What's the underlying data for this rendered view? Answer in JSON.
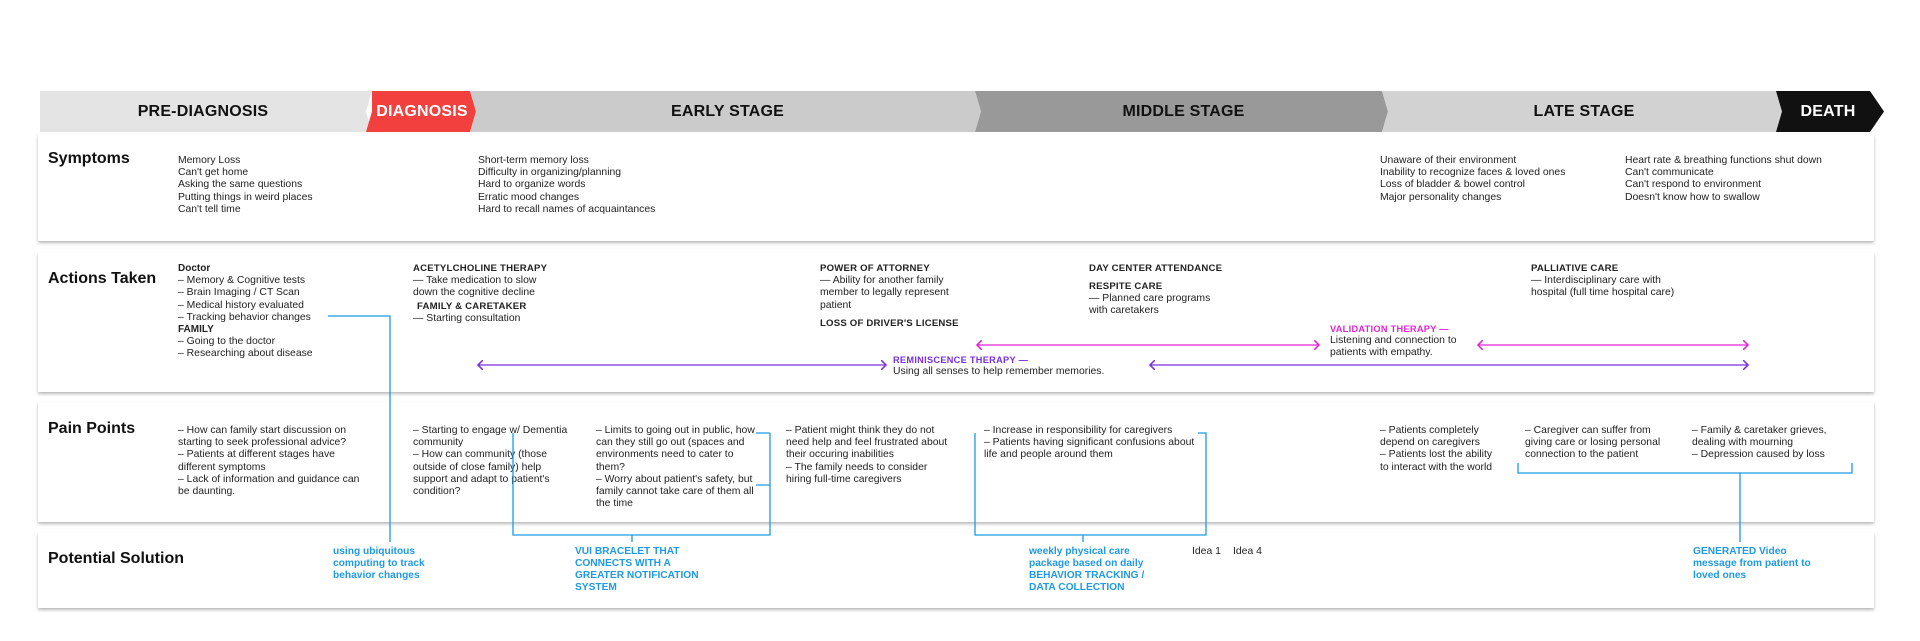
{
  "stages": {
    "pre_diagnosis": "PRE-DIAGNOSIS",
    "diagnosis": "DIAGNOSIS",
    "early": "EARLY STAGE",
    "middle": "MIDDLE STAGE",
    "late": "LATE STAGE",
    "death": "DEATH"
  },
  "colors": {
    "light_gray": "#e4e4e4",
    "mid_gray": "#cbcbcb",
    "dark_gray": "#999999",
    "red": "#f2403f",
    "black": "#111111",
    "blue": "#1e9ae6",
    "magenta": "#e423d6",
    "violet": "#7a2fe0"
  },
  "rows": {
    "symptoms": "Symptoms",
    "actions": "Actions Taken",
    "pain": "Pain Points",
    "solution": "Potential Solution"
  },
  "symptoms": {
    "pre": [
      "Memory Loss",
      "Can't get home",
      "Asking the same questions",
      "Putting things in weird places",
      "Can't tell time"
    ],
    "early": [
      "Short-term memory loss",
      "Difficulty in organizing/planning",
      "Hard to organize words",
      "Erratic mood changes",
      "Hard to recall names of acquaintances"
    ],
    "late": [
      "Unaware of their environment",
      "Inability to recognize faces & loved ones",
      "Loss of bladder & bowel control",
      "Major personality changes"
    ],
    "death": [
      "Heart rate & breathing functions shut down",
      "Can't communicate",
      "Can't respond to environment",
      "Doesn't know how to swallow"
    ]
  },
  "actions": {
    "doctor_title": "Doctor",
    "doctor_items": [
      "– Memory & Cognitive tests",
      "– Brain Imaging / CT Scan",
      "– Medical history evaluated",
      "– Tracking behavior changes"
    ],
    "family_title": "FAMILY",
    "family_items": [
      "– Going to the doctor",
      "– Researching about disease"
    ],
    "acetyl_title": "ACETYLCHOLINE THERAPY",
    "acetyl_items": [
      "— Take medication to slow",
      "down the cognitive decline"
    ],
    "caretaker_title": "FAMILY & CARETAKER",
    "caretaker_items": [
      "— Starting consultation"
    ],
    "poa_title": "POWER OF ATTORNEY",
    "poa_items": [
      "— Ability for another family",
      "member to legally represent",
      "patient"
    ],
    "license_title": "LOSS OF DRIVER'S LICENSE",
    "daycenter_title": "DAY CENTER ATTENDANCE",
    "respite_title": "RESPITE CARE",
    "respite_items": [
      "— Planned care programs",
      "with caretakers"
    ],
    "palliative_title": "PALLIATIVE CARE",
    "palliative_items": [
      "— Interdisciplinary care with",
      "hospital (full time hospital care)"
    ],
    "reminiscence_title": "REMINISCENCE THERAPY —",
    "reminiscence_desc": "Using all senses  to help remember memories.",
    "validation_title": "VALIDATION THERAPY —",
    "validation_desc": [
      "Listening and connection to",
      "patients with empathy."
    ]
  },
  "pain": {
    "p1": [
      "– How can family start discussion on",
      "starting to seek professional advice?",
      "– Patients at different stages have",
      "different symptoms",
      "– Lack of information and guidance can",
      "be daunting."
    ],
    "p2": [
      "– Starting to engage w/ Dementia",
      "community",
      "– How can community (those",
      "outside of close family) help",
      "support and adapt to patient's",
      "condition?"
    ],
    "p3": [
      "– Limits to going out in public, how",
      "can they still go out (spaces and",
      "environments need to cater to",
      "them?",
      "– Worry about patient's safety, but",
      "family cannot take care of them all",
      "the time"
    ],
    "p4": [
      "– Patient might think they do not",
      "need help and feel frustrated about",
      "their occuring inabilities",
      "– The family needs to consider",
      "hiring full-time caregivers"
    ],
    "p5": [
      "– Increase in responsibility for caregivers",
      "– Patients having significant confusions about",
      "life and people around them"
    ],
    "p6": [
      "– Patients completely",
      "depend on caregivers",
      "– Patients lost the ability",
      "to interact with the world"
    ],
    "p7": [
      "– Caregiver can suffer from",
      "giving care or losing personal",
      "connection to the patient"
    ],
    "p8": [
      "– Family & caretaker  grieves,",
      "dealing with mourning",
      "– Depression caused by loss"
    ]
  },
  "solutions": {
    "s1": [
      "using ubiquitous",
      "computing to track",
      "behavior changes"
    ],
    "s2": [
      "VUI BRACELET THAT",
      "CONNECTS WITH A",
      "GREATER NOTIFICATION",
      "SYSTEM"
    ],
    "s3": [
      "weekly physical care",
      "package based on daily",
      "BEHAVIOR TRACKING /",
      "DATA COLLECTION"
    ],
    "idea1": "Idea 1",
    "idea4": "Idea 4",
    "s4": [
      "GENERATED Video",
      "message from patient to",
      "loved ones"
    ]
  }
}
